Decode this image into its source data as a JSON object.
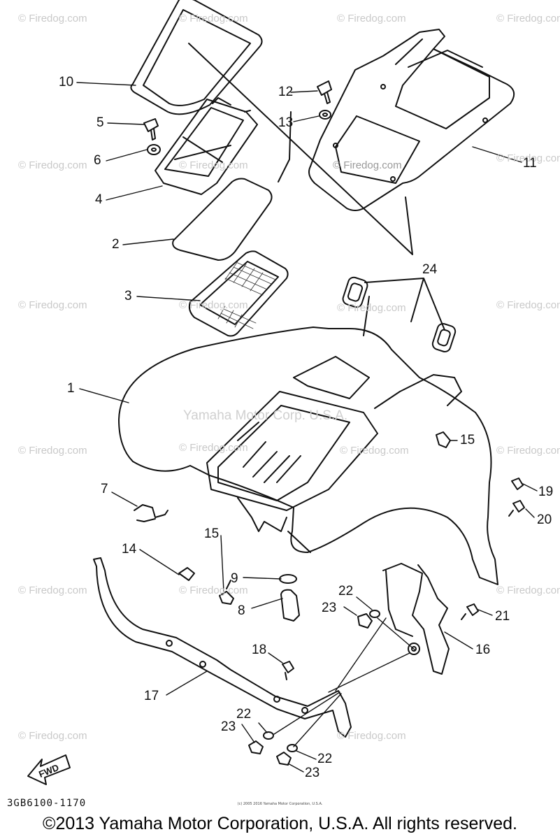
{
  "diagram": {
    "code": "3GB6100-1170",
    "copyright": "©2013 Yamaha Motor Corporation, U.S.A. All rights reserved.",
    "fine_print": "(c) 2005 2016 Yamaha Motor Corporation, U.S.A.",
    "fwd_label": "FWD",
    "center_watermark": "Yamaha Motor Corp. U.S.A.",
    "watermarks": [
      "© Firedog.com",
      "© Firedog.com",
      "© Firedog.com",
      "© Firedog.com",
      "© Firedog.com",
      "© Firedog.com",
      "© Firedog.com",
      "© Firedog.com",
      "© Firedog.com",
      "© Firedog.com",
      "© Firedog.com",
      "© Firedog.com",
      "© Firedog.com",
      "© Firedog.com",
      "© Firedog.com",
      "© Firedog.com",
      "© Firedog.com",
      "© Firedog.com",
      "© Firedog.com",
      "© Firedog.com",
      "© Firedog.com"
    ],
    "callouts": [
      "10",
      "5",
      "6",
      "4",
      "2",
      "3",
      "1",
      "7",
      "14",
      "15",
      "9",
      "8",
      "17",
      "23",
      "22",
      "18",
      "12",
      "13",
      "11",
      "24",
      "15",
      "19",
      "20",
      "22",
      "23",
      "21",
      "16",
      "22",
      "23"
    ]
  }
}
